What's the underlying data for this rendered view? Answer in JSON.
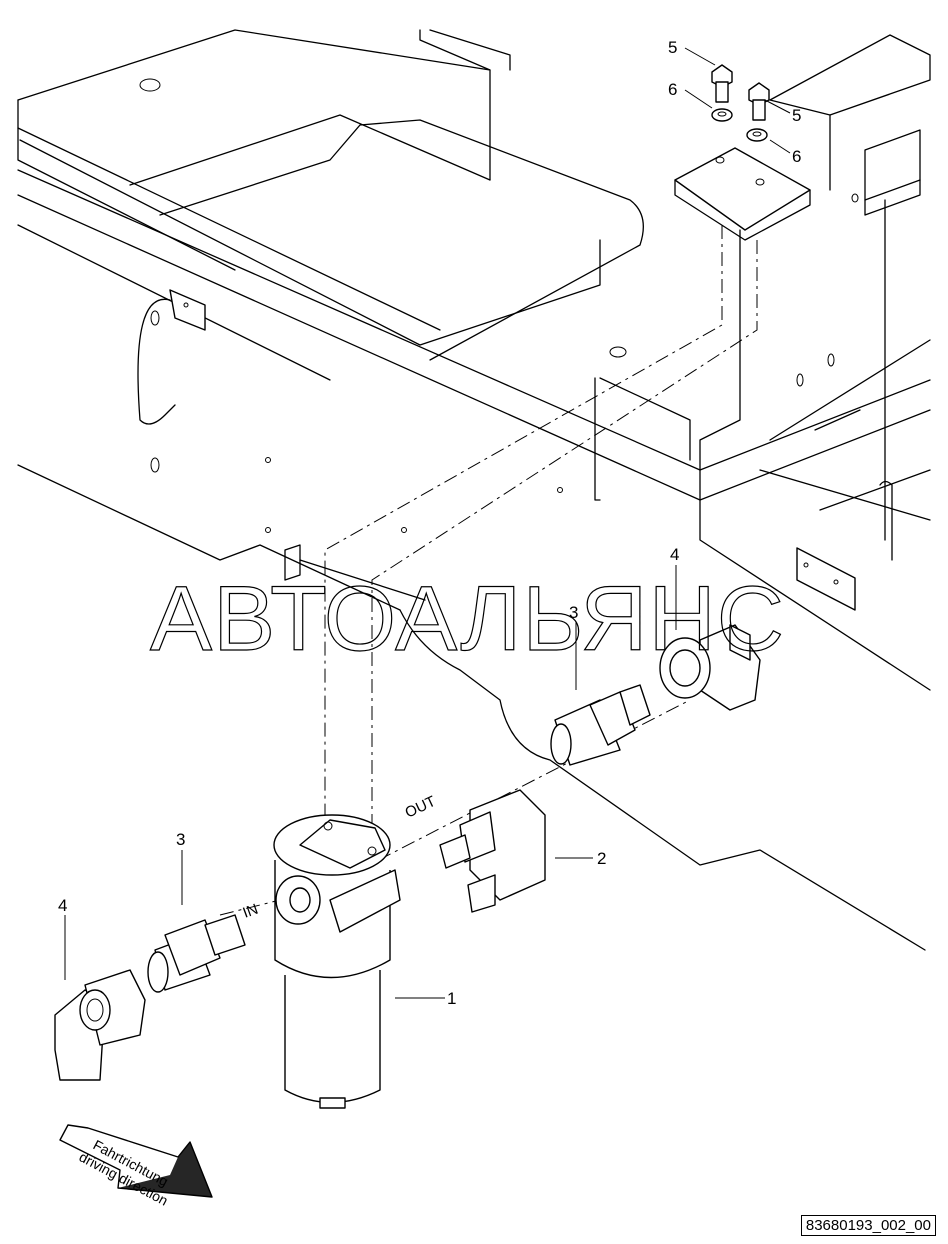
{
  "callouts": [
    {
      "id": "c1",
      "text": "1"
    },
    {
      "id": "c2",
      "text": "2"
    },
    {
      "id": "c3a",
      "text": "3"
    },
    {
      "id": "c3b",
      "text": "3"
    },
    {
      "id": "c4a",
      "text": "4"
    },
    {
      "id": "c4b",
      "text": "4"
    },
    {
      "id": "c5a",
      "text": "5"
    },
    {
      "id": "c5b",
      "text": "5"
    },
    {
      "id": "c6a",
      "text": "6"
    },
    {
      "id": "c6b",
      "text": "6"
    }
  ],
  "port_labels": {
    "in": "IN",
    "out": "OUT"
  },
  "watermark": "АВТОАЛЬЯНС",
  "direction_arrow": {
    "line1": "Fahrtrichtung",
    "line2": "driving direction"
  },
  "drawing_number": "83680193_002_00"
}
